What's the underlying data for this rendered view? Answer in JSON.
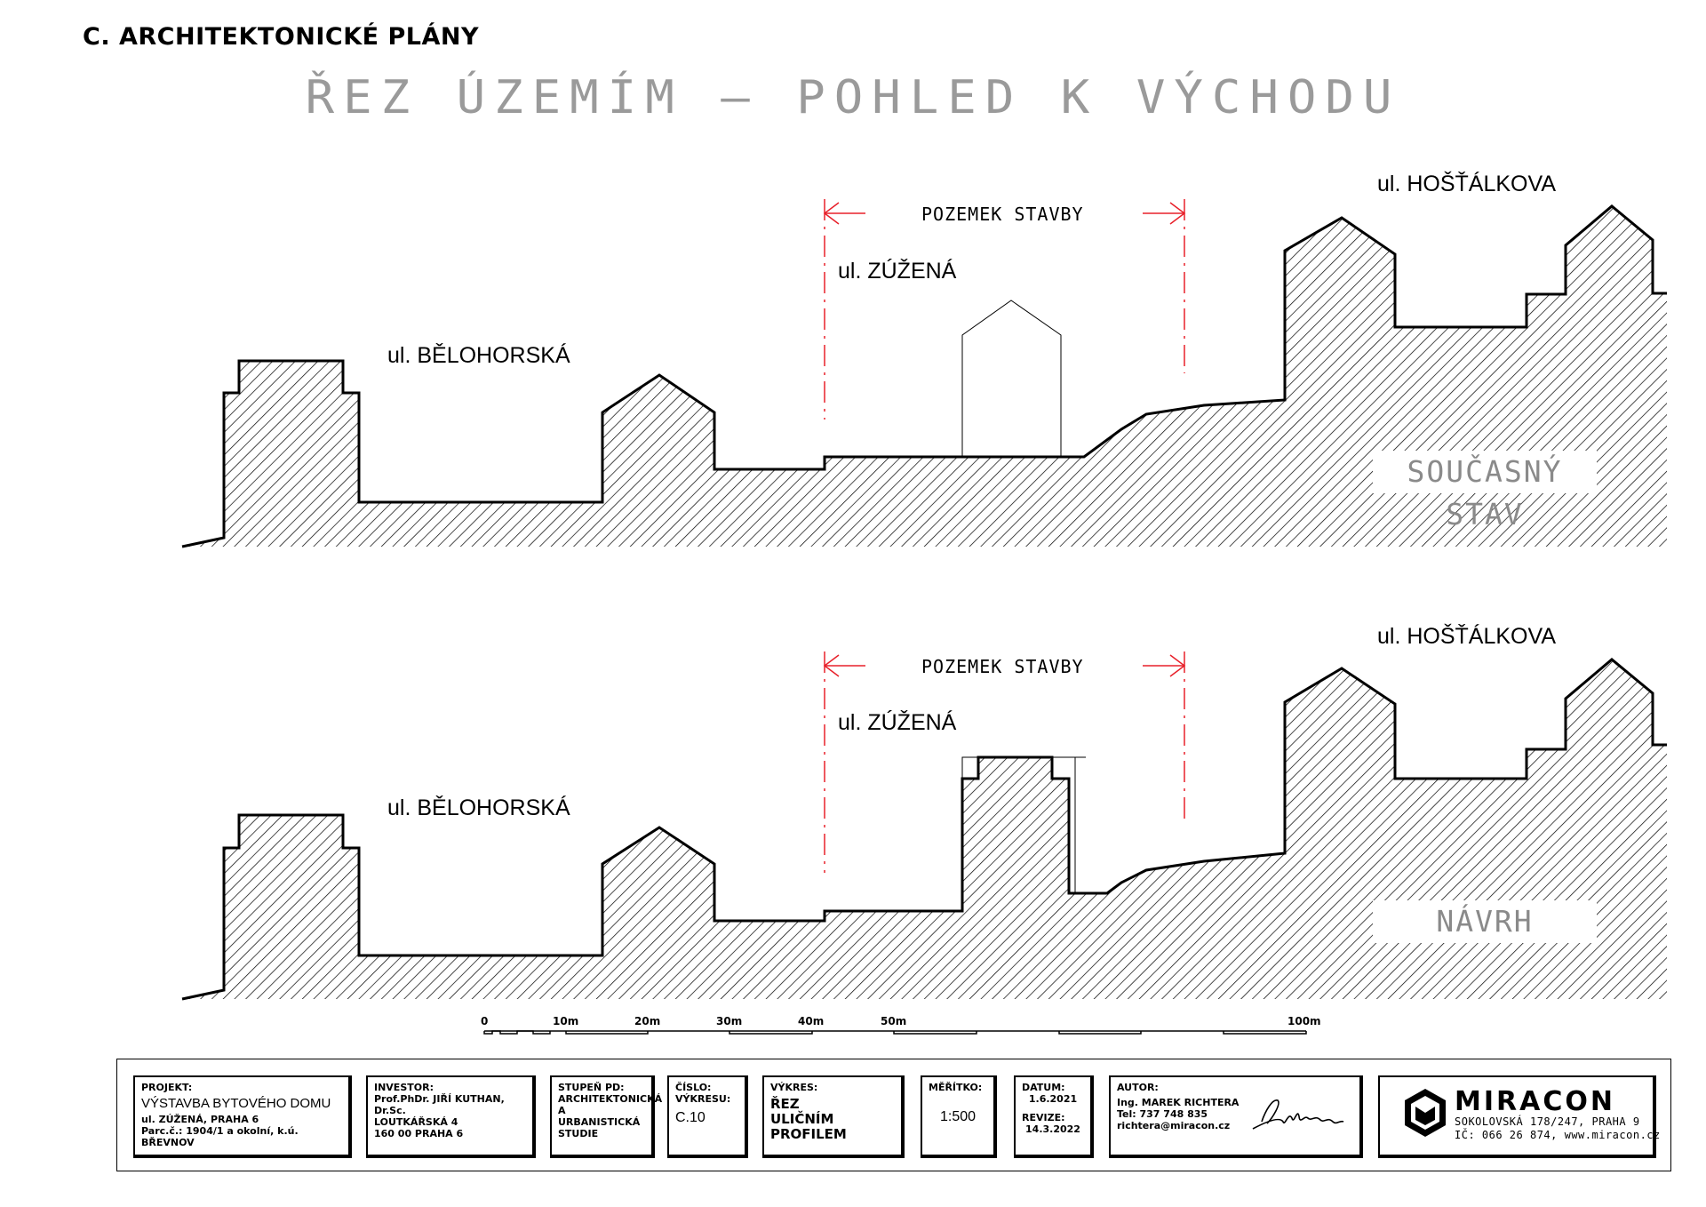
{
  "heading": "C. ARCHITEKTONICKÉ PLÁNY",
  "title": "ŘEZ ÚZEMÍM – POHLED K VÝCHODU",
  "sections": [
    {
      "street_left": "ul. BĚLOHORSKÁ",
      "street_middle": "ul. ZÚŽENÁ",
      "street_right": "ul. HOŠŤÁLKOVA",
      "plot_label": "POZEMEK STAVBY",
      "state_label": "SOUČASNÝ STAV"
    },
    {
      "street_left": "ul. BĚLOHORSKÁ",
      "street_middle": "ul. ZÚŽENÁ",
      "street_right": "ul. HOŠŤÁLKOVA",
      "plot_label": "POZEMEK STAVBY",
      "state_label": "NÁVRH"
    }
  ],
  "scale_bar": [
    "0",
    "10m",
    "20m",
    "30m",
    "40m",
    "50m",
    "100m"
  ],
  "title_block": {
    "project": {
      "caption": "PROJEKT:",
      "name": "VÝSTAVBA BYTOVÉHO DOMU",
      "line1": "ul. ZÚŽENÁ, PRAHA 6",
      "line2": "Parc.č.: 1904/1 a okolní, k.ú. BŘEVNOV"
    },
    "investor": {
      "caption": "INVESTOR:",
      "line1": "Prof.PhDr. JIŘÍ KUTHAN, Dr.Sc.",
      "line2": "LOUTKÁŘSKÁ 4",
      "line3": "160 00 PRAHA 6"
    },
    "stage": {
      "caption": "STUPEŇ PD:",
      "line1": "ARCHITEKTONICKÁ",
      "line2": "A URBANISTICKÁ",
      "line3": "STUDIE"
    },
    "drawing_number": {
      "caption1": "ČÍSLO:",
      "caption2": "VÝKRESU:",
      "value": "C.10"
    },
    "drawing": {
      "caption": "VÝKRES:",
      "line1": "ŘEZ",
      "line2": "ULIČNÍM",
      "line3": "PROFILEM"
    },
    "scale": {
      "caption": "MĚŘÍTKO:",
      "value": "1:500"
    },
    "dates": {
      "caption": "DATUM:",
      "date": "1.6.2021",
      "revision_caption": "REVIZE:",
      "revision": "14.3.2022"
    },
    "author": {
      "caption": "AUTOR:",
      "name": "Ing. MAREK RICHTERA",
      "phone": "Tel: 737 748 835",
      "email": "richtera@miracon.cz"
    },
    "company": {
      "name": "MIRACON",
      "address": "SOKOLOVSKÁ 178/247, PRAHA 9",
      "ids": "IČ: 066 26 874, www.miracon.cz"
    }
  },
  "colors": {
    "dimension": "#e8202a",
    "hatch": "#000000",
    "state_text": "#8a8a8a",
    "title_text": "#9a9a9a"
  }
}
